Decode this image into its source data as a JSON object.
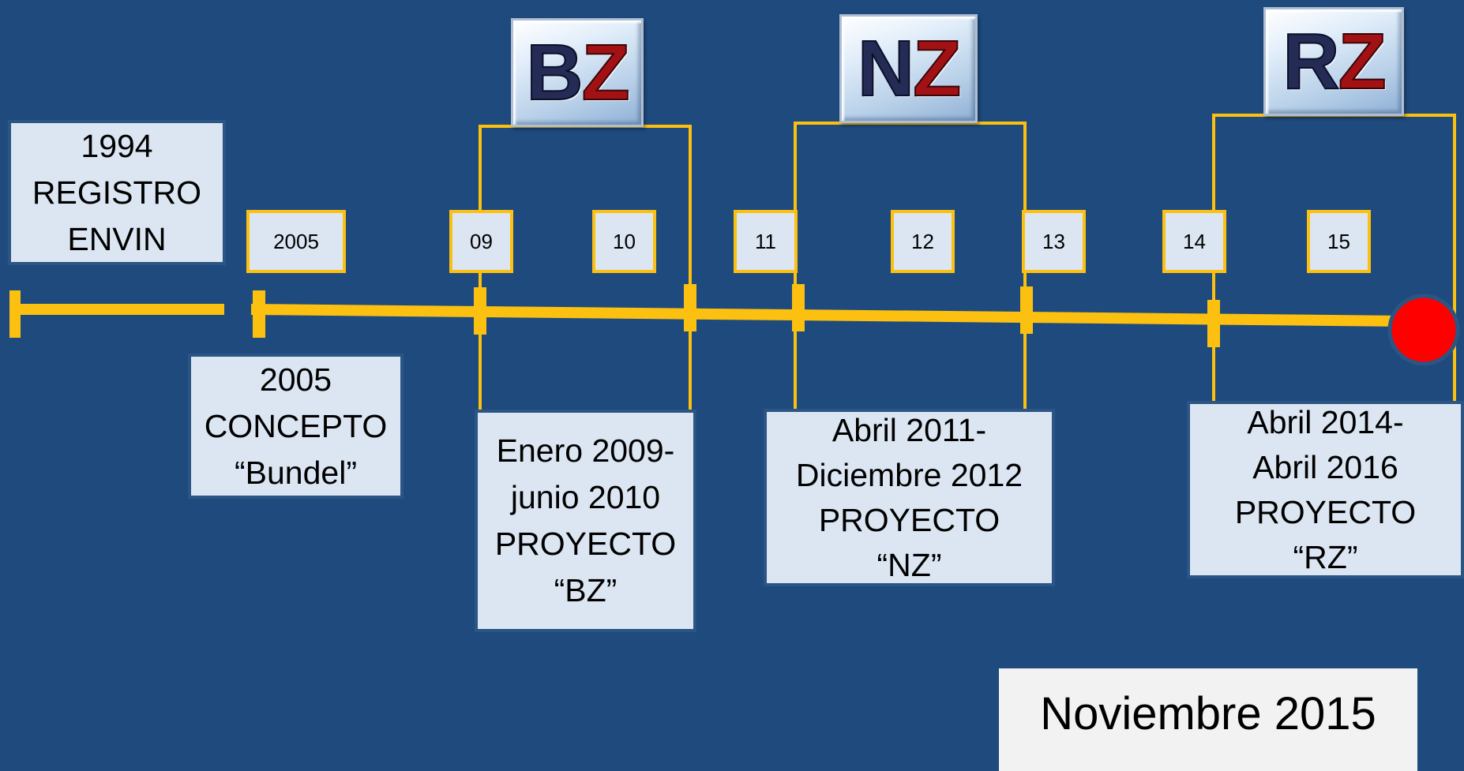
{
  "colors": {
    "background": "#1f4a7d",
    "timeline": "#fcc010",
    "box_fill": "#dce6f2",
    "box_border": "#2b5584",
    "current_marker": "#ff0000",
    "letter_dark": "#242b54",
    "letter_red": "#a21214"
  },
  "milestones": {
    "m1994": {
      "line1": "1994",
      "line2": "REGISTRO",
      "line3": "ENVIN"
    },
    "m2005": {
      "line1": "2005",
      "line2": "CONCEPTO",
      "line3": "“Bundel”"
    },
    "bz": {
      "line1": "Enero 2009-",
      "line2": "junio 2010",
      "line3": "PROYECTO",
      "line4": "“BZ”"
    },
    "nz": {
      "line1": "Abril 2011-",
      "line2": "Diciembre 2012",
      "line3": "PROYECTO",
      "line4": "“NZ”"
    },
    "rz": {
      "line1": "Abril 2014-",
      "line2": "Abril 2016",
      "line3": "PROYECTO",
      "line4": "“RZ”"
    }
  },
  "year_labels": {
    "y2005": "2005",
    "y09": "09",
    "y10": "10",
    "y11": "11",
    "y12": "12",
    "y13": "13",
    "y14": "14",
    "y15": "15"
  },
  "badges": {
    "bz": {
      "letter1": "B",
      "letter2": "Z"
    },
    "nz": {
      "letter1": "N",
      "letter2": "Z"
    },
    "rz": {
      "letter1": "R",
      "letter2": "Z"
    }
  },
  "current": {
    "label": "Noviembre 2015",
    "marker_icon": "current-position-dot"
  }
}
